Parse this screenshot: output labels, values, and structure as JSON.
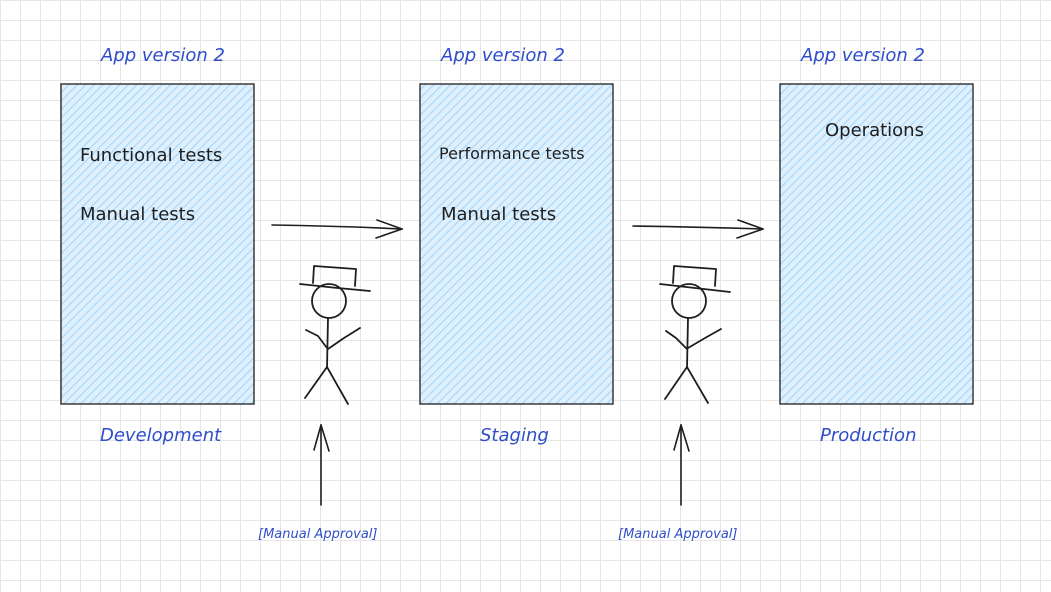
{
  "stages": [
    {
      "version": "App version 2",
      "tests": [
        "Functional tests",
        "Manual tests"
      ],
      "name": "Development"
    },
    {
      "version": "App version 2",
      "tests": [
        "Performance tests",
        "Manual tests"
      ],
      "name": "Staging"
    },
    {
      "version": "App version 2",
      "tests": [
        "Operations"
      ],
      "name": "Production"
    }
  ],
  "approvals": [
    "[Manual Approval]",
    "[Manual Approval]"
  ],
  "colors": {
    "box_fill": "#a5d8ff",
    "box_stroke": "#1e1e1e",
    "label_blue": "#2f4ec9",
    "ink": "#1e1e1e",
    "grid": "#e6e6e6"
  }
}
